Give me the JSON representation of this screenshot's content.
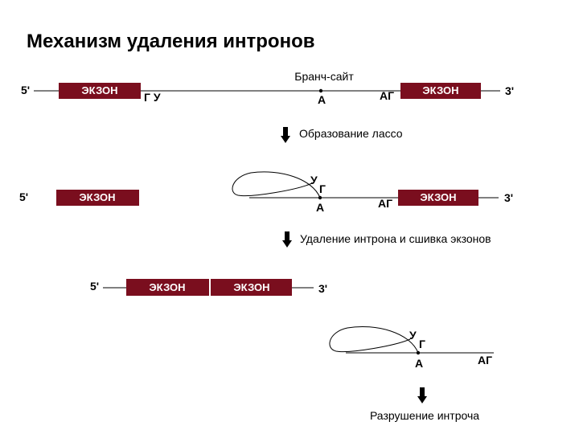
{
  "title": "Механизм удаления интронов",
  "colors": {
    "exon": "#7a0e1e",
    "line": "#000000"
  },
  "stage1": {
    "five": "5'",
    "three": "3'",
    "exon_left": "ЭКЗОН",
    "exon_right": "ЭКЗОН",
    "gu": "Г У",
    "a": "А",
    "ag": "АГ",
    "branch_label": "Бранч-сайт"
  },
  "step1_label": "Образование лассо",
  "stage2": {
    "five": "5'",
    "three": "3'",
    "exon_left": "ЭКЗОН",
    "exon_right": "ЭКЗОН",
    "u": "У",
    "g": "Г",
    "a": "А",
    "ag": "АГ"
  },
  "step2_label": "Удаление интрона и сшивка экзонов",
  "stage3": {
    "five": "5'",
    "three": "3'",
    "exon_left": "ЭКЗОН",
    "exon_right": "ЭКЗОН"
  },
  "stage4": {
    "u": "У",
    "g": "Г",
    "a": "А",
    "ag": "АГ"
  },
  "step3_label": "Разрушение интроча"
}
